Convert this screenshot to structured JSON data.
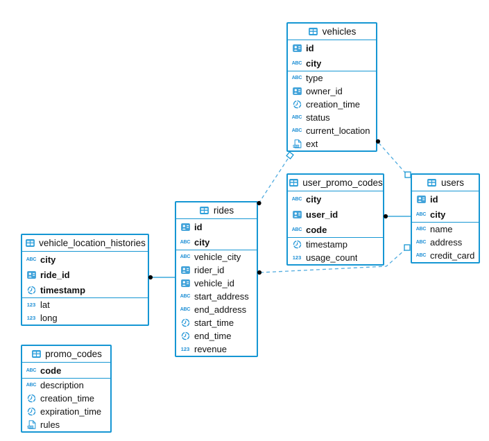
{
  "colors": {
    "accent": "#1596d3",
    "dashed_line": "#4fabdf",
    "icon_blue": "#2e9fda",
    "text": "#111111",
    "background": "#ffffff"
  },
  "icon_labels": {
    "text": "ABC",
    "number": "123",
    "json": "JSON"
  },
  "tables": [
    {
      "name": "vehicles",
      "pk": [
        {
          "label": "id"
        },
        {
          "label": "city"
        }
      ],
      "fields": [
        {
          "label": "type"
        },
        {
          "label": "owner_id"
        },
        {
          "label": "creation_time"
        },
        {
          "label": "status"
        },
        {
          "label": "current_location"
        },
        {
          "label": "ext"
        }
      ]
    },
    {
      "name": "user_promo_codes",
      "pk": [
        {
          "label": "city"
        },
        {
          "label": "user_id"
        },
        {
          "label": "code"
        }
      ],
      "fields": [
        {
          "label": "timestamp"
        },
        {
          "label": "usage_count"
        }
      ]
    },
    {
      "name": "users",
      "pk": [
        {
          "label": "id"
        },
        {
          "label": "city"
        }
      ],
      "fields": [
        {
          "label": "name"
        },
        {
          "label": "address"
        },
        {
          "label": "credit_card"
        }
      ]
    },
    {
      "name": "rides",
      "pk": [
        {
          "label": "id"
        },
        {
          "label": "city"
        }
      ],
      "fields": [
        {
          "label": "vehicle_city"
        },
        {
          "label": "rider_id"
        },
        {
          "label": "vehicle_id"
        },
        {
          "label": "start_address"
        },
        {
          "label": "end_address"
        },
        {
          "label": "start_time"
        },
        {
          "label": "end_time"
        },
        {
          "label": "revenue"
        }
      ]
    },
    {
      "name": "vehicle_location_histories",
      "pk": [
        {
          "label": "city"
        },
        {
          "label": "ride_id"
        },
        {
          "label": "timestamp"
        }
      ],
      "fields": [
        {
          "label": "lat"
        },
        {
          "label": "long"
        }
      ]
    },
    {
      "name": "promo_codes",
      "pk": [
        {
          "label": "code"
        }
      ],
      "fields": [
        {
          "label": "description"
        },
        {
          "label": "creation_time"
        },
        {
          "label": "expiration_time"
        },
        {
          "label": "rules"
        }
      ]
    }
  ],
  "relationships": [
    {
      "from": "vehicles",
      "to": "users",
      "style": "dashed"
    },
    {
      "from": "rides",
      "to": "vehicles",
      "style": "dashed"
    },
    {
      "from": "user_promo_codes",
      "to": "users",
      "style": "solid"
    },
    {
      "from": "rides",
      "to": "users",
      "style": "dashed"
    },
    {
      "from": "vehicle_location_histories",
      "to": "rides",
      "style": "solid"
    }
  ]
}
